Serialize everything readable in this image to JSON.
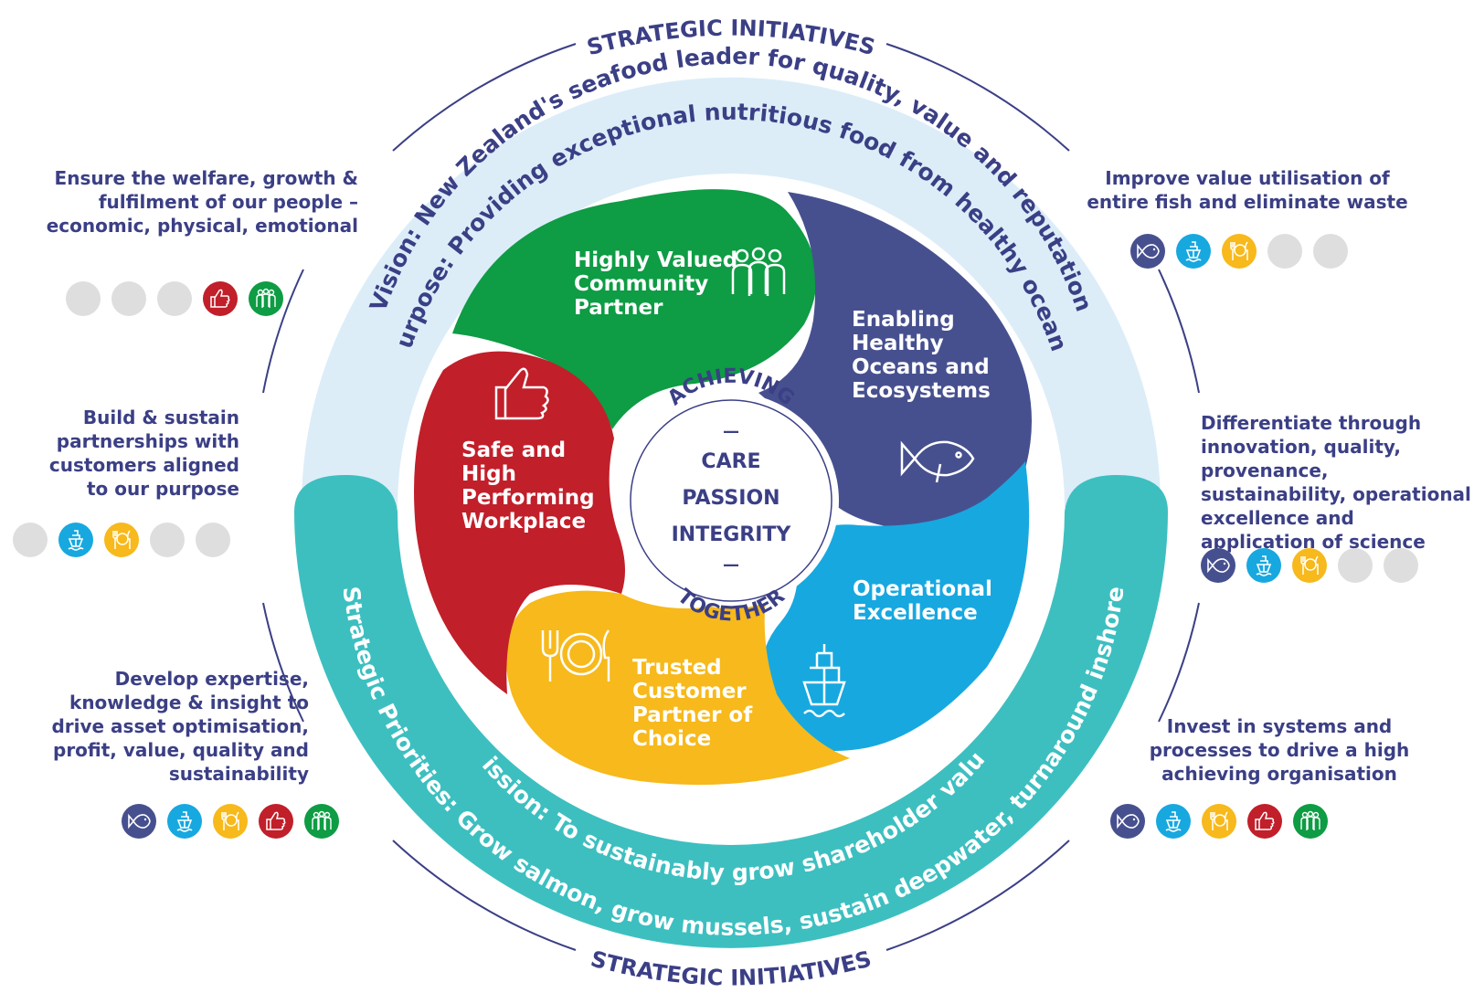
{
  "title_top": "STRATEGIC INITIATIVES",
  "title_bottom": "STRATEGIC INITIATIVES",
  "vision": "Vision: New Zealand's seafood leader for quality, value and reputation",
  "purpose": "Purpose: Providing exceptional nutritious food from healthy oceans",
  "mission": "Mission: To sustainably grow shareholder value",
  "priorities": "Strategic Priorities: Grow salmon, grow mussels, sustain deepwater, turnaround inshore",
  "core": {
    "achieving": "ACHIEVING",
    "together": "TOGETHER",
    "values": [
      "CARE",
      "PASSION",
      "INTEGRITY"
    ],
    "dash": "—"
  },
  "petals": {
    "community": {
      "lines": [
        "Highly Valued",
        "Community",
        "Partner"
      ],
      "color": "#0e9c44",
      "icon": "people-icon"
    },
    "oceans": {
      "lines": [
        "Enabling",
        "Healthy",
        "Oceans and",
        "Ecosystems"
      ],
      "color": "#47508f",
      "icon": "fish-icon"
    },
    "operational": {
      "lines": [
        "Operational",
        "Excellence"
      ],
      "color": "#17a8e0",
      "icon": "ship-icon"
    },
    "customer": {
      "lines": [
        "Trusted",
        "Customer",
        "Partner of",
        "Choice"
      ],
      "color": "#f7b91b",
      "icon": "plate-icon"
    },
    "workplace": {
      "lines": [
        "Safe and",
        "High",
        "Performing",
        "Workplace"
      ],
      "color": "#c11f2a",
      "icon": "thumbs-up-icon"
    }
  },
  "colors": {
    "navy": "#3b3f85",
    "light_blue": "#dcedf8",
    "teal": "#3dbfc0",
    "grey_dot": "#dedede"
  },
  "initiatives": [
    {
      "id": "people",
      "text": "Ensure the welfare, growth & fulfilment of our people – economic, physical, emotional",
      "dots": [
        "none",
        "none",
        "none",
        "thumbs-up-icon",
        "people-icon"
      ]
    },
    {
      "id": "partnerships",
      "text": "Build & sustain partnerships with customers aligned to our purpose",
      "dots": [
        "none",
        "ship-icon",
        "plate-icon",
        "none",
        "none"
      ]
    },
    {
      "id": "expertise",
      "text": "Develop expertise, knowledge & insight to drive asset optimisation, profit, value, quality and sustainability",
      "dots": [
        "fish-icon",
        "ship-icon",
        "plate-icon",
        "thumbs-up-icon",
        "people-icon"
      ]
    },
    {
      "id": "utilisation",
      "text": "Improve value utilisation of entire fish and eliminate waste",
      "dots": [
        "fish-icon",
        "ship-icon",
        "plate-icon",
        "none",
        "none"
      ]
    },
    {
      "id": "differentiate",
      "text": "Differentiate through innovation, quality, provenance, sustainability, operational excellence and application of science",
      "dots": [
        "fish-icon",
        "ship-icon",
        "plate-icon",
        "none",
        "none"
      ]
    },
    {
      "id": "systems",
      "text": "Invest in systems and processes to drive a high achieving organisation",
      "dots": [
        "fish-icon",
        "ship-icon",
        "plate-icon",
        "thumbs-up-icon",
        "people-icon"
      ]
    }
  ]
}
